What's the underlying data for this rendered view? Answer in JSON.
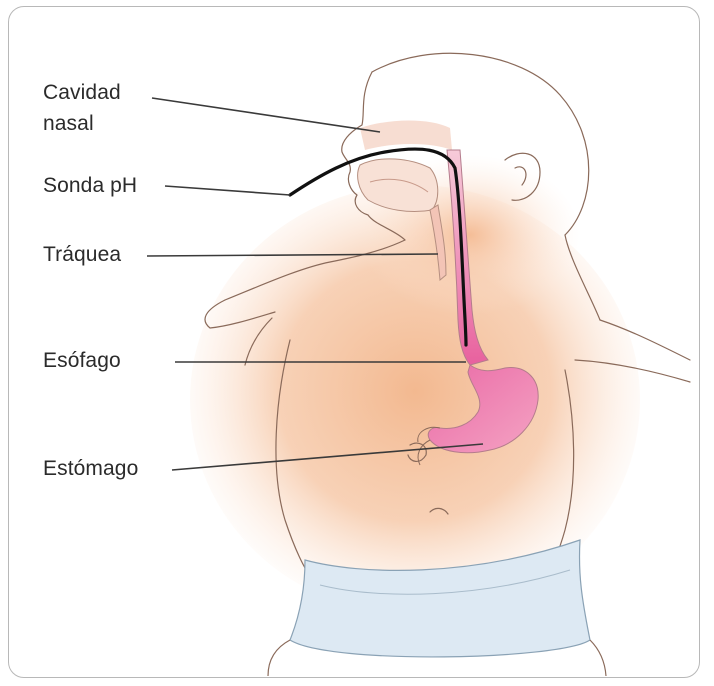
{
  "diagram": {
    "labels": {
      "nasal_cavity_line1": "Cavidad",
      "nasal_cavity_line2": "nasal",
      "ph_probe": "Sonda pH",
      "trachea": "Tráquea",
      "esophagus": "Esófago",
      "stomach": "Estómago"
    },
    "colors": {
      "skin_glow": "#f2b58a",
      "organ_pink": "#e8619e",
      "probe": "#111111",
      "outline": "#8a6a5a",
      "diaper": "#dde9f3",
      "leader_line": "#3a3a3a",
      "frame_border": "#b8b8b8"
    }
  }
}
